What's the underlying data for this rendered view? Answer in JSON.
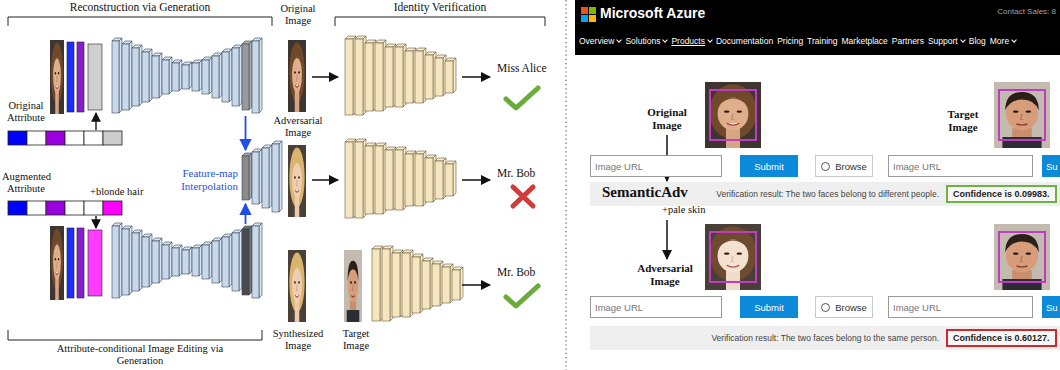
{
  "diagram": {
    "nodes": [
      {
        "text": [
          "Microsoft Azure",
          "Contact Sales: 8",
          "Overview",
          "Solutions",
          "Products",
          "Documentation",
          "Pricing",
          "Training",
          "Marketplace",
          "Partners",
          "Support",
          "Blog",
          "More"
        ]
      },
      {
        "text": [
          "Image URL"
        ]
      },
      {
        "text": [
          "Submit"
        ]
      },
      {
        "text": [
          "Browse"
        ]
      },
      {
        "text": [
          "Image URL"
        ]
      },
      {
        "text": [
          "Su"
        ]
      },
      {
        "text": [
          "Verification result: The two faces belong to different people."
        ]
      },
      {
        "text": [
          "Confidence is 0.09983."
        ],
        "in": 6
      },
      {
        "text": [
          "Image URL"
        ]
      },
      {
        "text": [
          "Submit"
        ]
      },
      {
        "text": [
          "Browse"
        ]
      },
      {
        "text": [
          "Image URL"
        ]
      },
      {
        "text": [
          "Su"
        ]
      },
      {
        "text": [
          "Verification result: The two faces belong to the same person."
        ]
      },
      {
        "text": [
          "Confidence is 0.60127."
        ],
        "in": 13
      }
    ],
    "labels": [
      "Reconstruction via Generation",
      "Original Image",
      "Identity Verification",
      "Original Attribute",
      "Adversarial Image",
      "Miss Alice",
      "Feature-map Interpolation",
      "Augmented Attribute",
      "+blonde hair",
      "Mr. Bob",
      "Synthesized Image",
      "Target Image",
      "Mr. Bob",
      "Attribute-conditional Image Editing via Generation",
      "Original Image",
      "Target Image",
      "SemanticAdv",
      "+pale skin",
      "Adversarial Image"
    ]
  }
}
